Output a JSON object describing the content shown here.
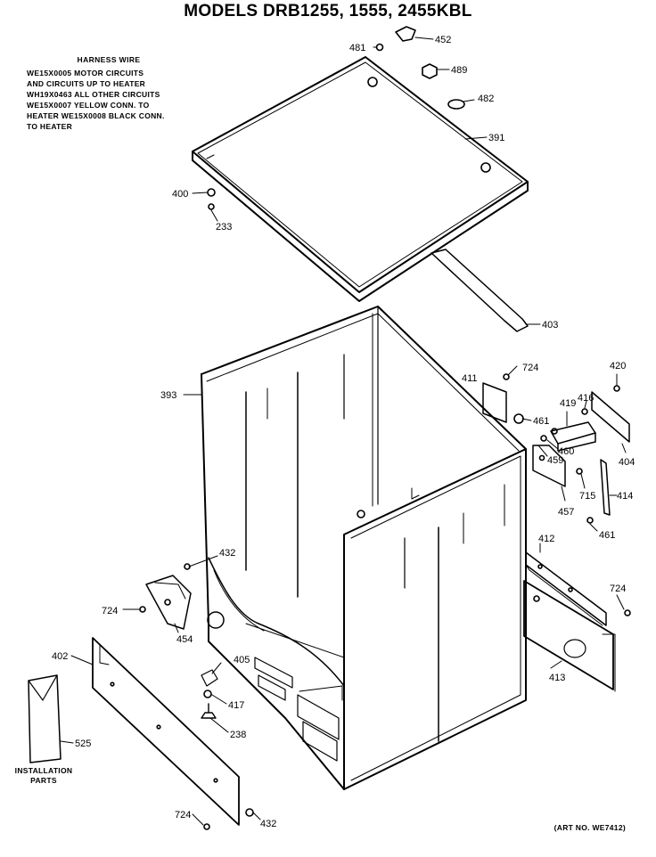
{
  "title": "MODELS DRB1255, 1555, 2455KBL",
  "harness": {
    "heading": "HARNESS WIRE",
    "lines": [
      "WE15X0005 MOTOR CIRCUITS",
      "AND CIRCUITS UP TO HEATER",
      "WH19X0463 ALL OTHER CIRCUITS",
      "WE15X0007 YELLOW CONN. TO",
      "HEATER WE15X0008 BLACK CONN.",
      "TO HEATER"
    ]
  },
  "installation": [
    "INSTALLATION",
    "PARTS"
  ],
  "art_no": "(ART NO. WE7412)",
  "callouts": {
    "p481a": "481",
    "p452": "452",
    "p489": "489",
    "p482": "482",
    "p391": "391",
    "p400": "400",
    "p233": "233",
    "p403": "403",
    "p393": "393",
    "p411": "411",
    "p724a": "724",
    "p461a": "461",
    "p420": "420",
    "p419": "419",
    "p416": "416",
    "p460": "460",
    "p459": "459",
    "p404": "404",
    "p715": "715",
    "p457": "457",
    "p414": "414",
    "p461b": "461",
    "p432a": "432",
    "p724b": "724",
    "p454": "454",
    "p412": "412",
    "p724c": "724",
    "p402": "402",
    "p405": "405",
    "p417": "417",
    "p238": "238",
    "p413": "413",
    "p525": "525",
    "p724d": "724",
    "p432b": "432"
  }
}
